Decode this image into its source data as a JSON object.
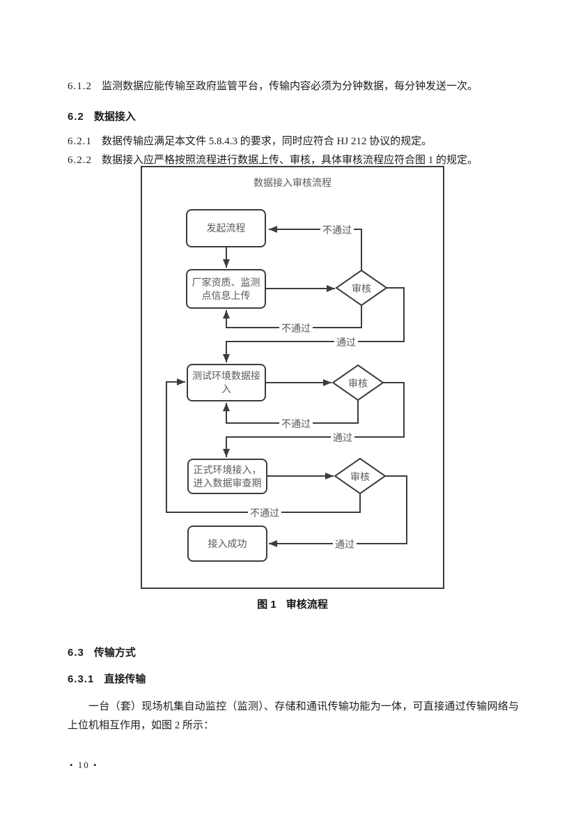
{
  "page": {
    "number": "• 10 •"
  },
  "sections": {
    "p612": {
      "num": "6.1.2",
      "text": "监测数据应能传输至政府监管平台，传输内容必须为分钟数据，每分钟发送一次。"
    },
    "h62": {
      "num": "6.2",
      "text": "数据接入"
    },
    "p621": {
      "num": "6.2.1",
      "text": "数据传输应满足本文件 5.8.4.3 的要求，同时应符合 HJ 212 协议的规定。"
    },
    "p622": {
      "num": "6.2.2",
      "text": "数据接入应严格按照流程进行数据上传、审核，具体审核流程应符合图 1 的规定。"
    },
    "h63": {
      "num": "6.3",
      "text": "传输方式"
    },
    "h631": {
      "num": "6.3.1",
      "text": "直接传输"
    },
    "p_direct": {
      "text": "一台（套）现场机集自动监控（监测）、存储和通讯传输功能为一体，可直接通过传输网络与上位机相互作用，如图 2 所示："
    }
  },
  "figure": {
    "title": "数据接入审核流程",
    "caption_label": "图 1",
    "caption_text": "审核流程",
    "nodes": {
      "start": "发起流程",
      "upload": "厂家资质、监测\n点信息上传",
      "test_env": "测试环境数据接\n入",
      "formal_env": "正式环境接入，\n进入数据审查期",
      "success": "接入成功",
      "review1": "审核",
      "review2": "审核",
      "review3": "审核"
    },
    "edges": {
      "fail1": "不通过",
      "fail2": "不通过",
      "fail3": "不通过",
      "fail4": "不通过",
      "pass1": "通过",
      "pass2": "通过",
      "pass3": "通过"
    },
    "colors": {
      "line": "#3c3c3c",
      "text": "#595959"
    }
  }
}
